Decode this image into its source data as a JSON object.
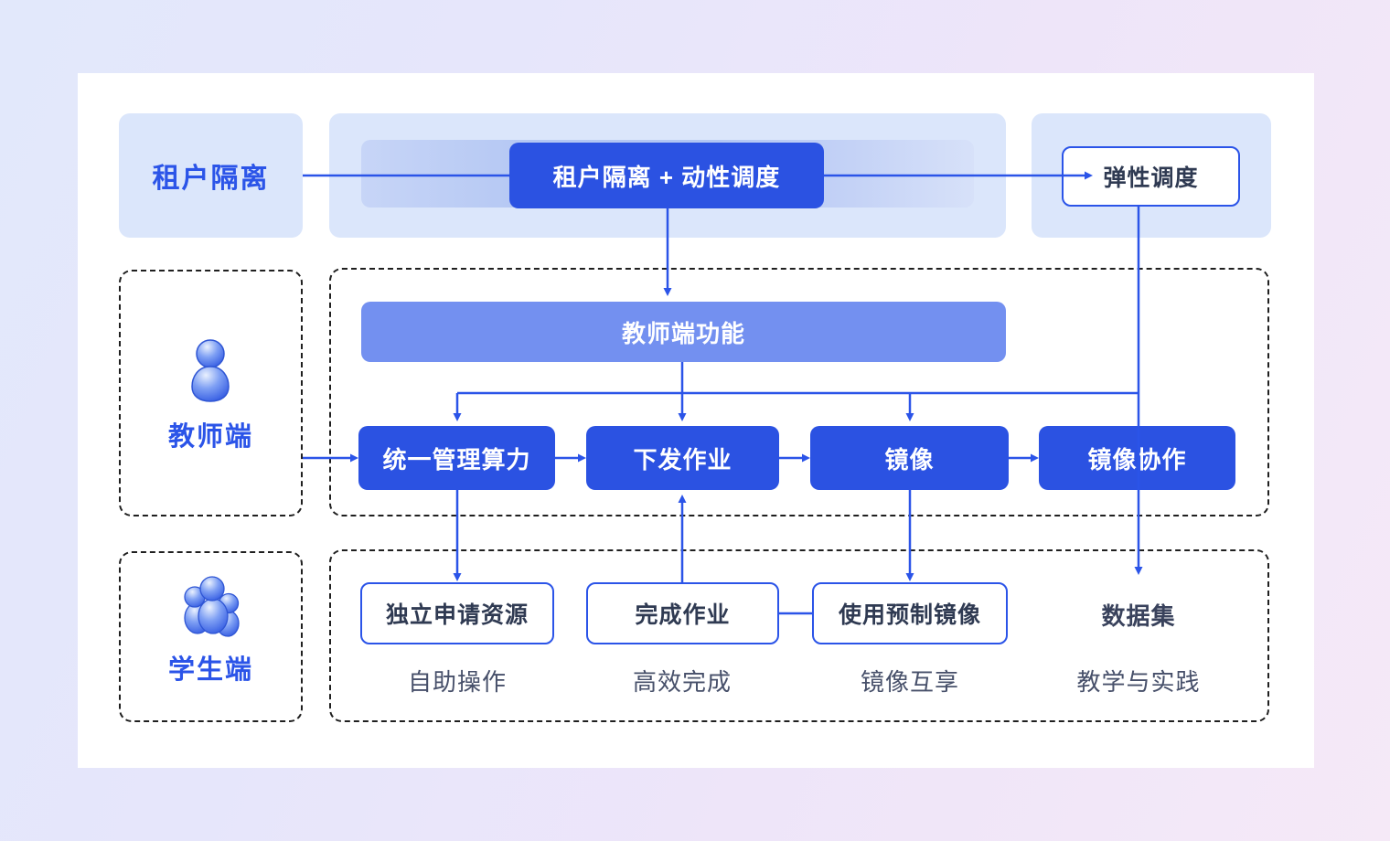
{
  "colors": {
    "accent_blue": "#2b54e8",
    "dark_node_blue": "#2b52e2",
    "mid_node_blue": "#7390f0",
    "light_panel_blue": "#dbe6fb",
    "dark_text": "#2f3a52",
    "caption_text": "#47506a"
  },
  "top": {
    "tenant_label": "租户隔离",
    "main_button": "租户隔离 + 动性调度",
    "elastic_label": "弹性调度"
  },
  "teacher": {
    "lane_label": "教师端",
    "functions_bar": "教师端功能",
    "nodes": [
      "统一管理算力",
      "下发作业",
      "镜像",
      "镜像协作"
    ]
  },
  "student": {
    "lane_label": "学生端",
    "boxes": [
      "独立申请资源",
      "完成作业",
      "使用预制镜像"
    ],
    "dataset_label": "数据集",
    "captions": [
      "自助操作",
      "高效完成",
      "镜像互享",
      "教学与实践"
    ]
  },
  "icons": {
    "teacher": "teacher-person-icon",
    "students": "students-group-icon"
  }
}
